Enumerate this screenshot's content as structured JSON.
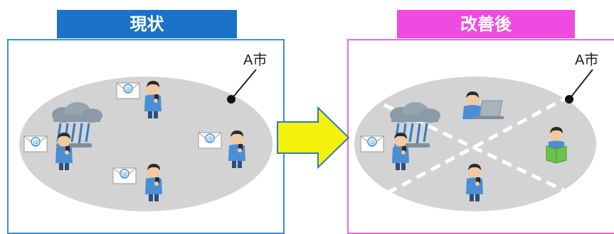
{
  "colors": {
    "before_accent": "#1a73c7",
    "before_border": "#3d8fd1",
    "after_accent": "#f04be0",
    "after_border": "#e86ad9",
    "ellipse_fill": "#d3d3d3",
    "arrow_fill": "#f2f20a",
    "arrow_stroke": "#2e7bbf"
  },
  "before": {
    "title": "現状",
    "city_label": "A市"
  },
  "after": {
    "title": "改善後",
    "city_label": "A市"
  },
  "icons": {
    "before": [
      "rain-cloud-icon",
      "email-icon",
      "person-with-phone-icon"
    ],
    "after": [
      "rain-cloud-icon",
      "email-icon",
      "person-with-phone-icon",
      "person-with-laptop-icon",
      "person-reading-book-icon",
      "person-on-phone-icon"
    ]
  }
}
